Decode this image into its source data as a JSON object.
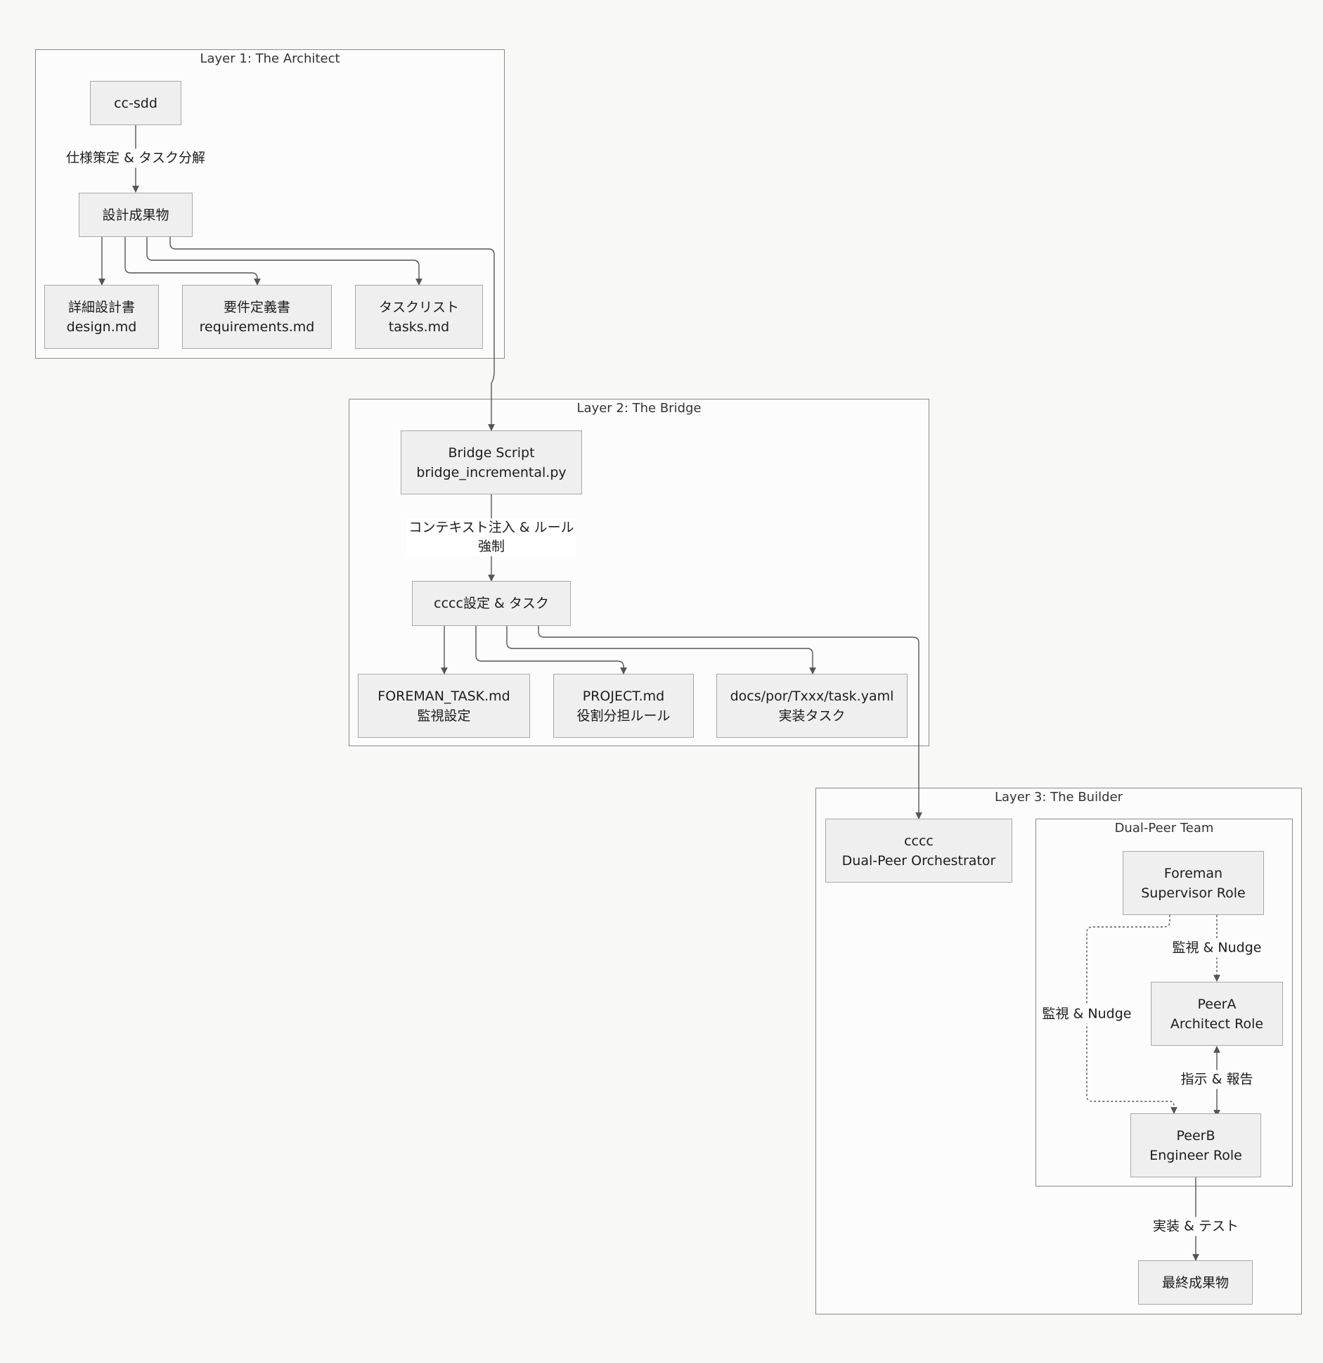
{
  "clusters": {
    "layer1": "Layer 1: The Architect",
    "layer2": "Layer 2: The Bridge",
    "layer3": "Layer 3: The Builder",
    "team": "Dual-Peer Team"
  },
  "nodes": {
    "cc_sdd": [
      "cc-sdd"
    ],
    "design_artifacts": [
      "設計成果物"
    ],
    "design_md": [
      "詳細設計書",
      "design.md"
    ],
    "requirements_md": [
      "要件定義書",
      "requirements.md"
    ],
    "tasks_md": [
      "タスクリスト",
      "tasks.md"
    ],
    "bridge_script": [
      "Bridge Script",
      "bridge_incremental.py"
    ],
    "cccc_config": [
      "cccc設定 & タスク"
    ],
    "foreman_task": [
      "FOREMAN_TASK.md",
      "監視設定"
    ],
    "project_md": [
      "PROJECT.md",
      "役割分担ルール"
    ],
    "task_yaml": [
      "docs/por/Txxx/task.yaml",
      "実装タスク"
    ],
    "cccc": [
      "cccc",
      "Dual-Peer Orchestrator"
    ],
    "foreman": [
      "Foreman",
      "Supervisor Role"
    ],
    "peer_a": [
      "PeerA",
      "Architect Role"
    ],
    "peer_b": [
      "PeerB",
      "Engineer Role"
    ],
    "final_output": [
      "最終成果物"
    ]
  },
  "edge_labels": {
    "spec_decompose": "仕様策定 & タスク分解",
    "context_inject": [
      "コンテキスト注入 & ルール",
      "強制"
    ],
    "monitor_a": "監視 & Nudge",
    "monitor_b": "監視 & Nudge",
    "instruct_report": "指示 & 報告",
    "implement_test": "実装 & テスト"
  },
  "colors": {
    "background": "#f8f8f7",
    "node_fill": "#efefef",
    "node_border": "#a8a8a8",
    "cluster_border": "#8a8a8a",
    "edge": "#555555"
  }
}
